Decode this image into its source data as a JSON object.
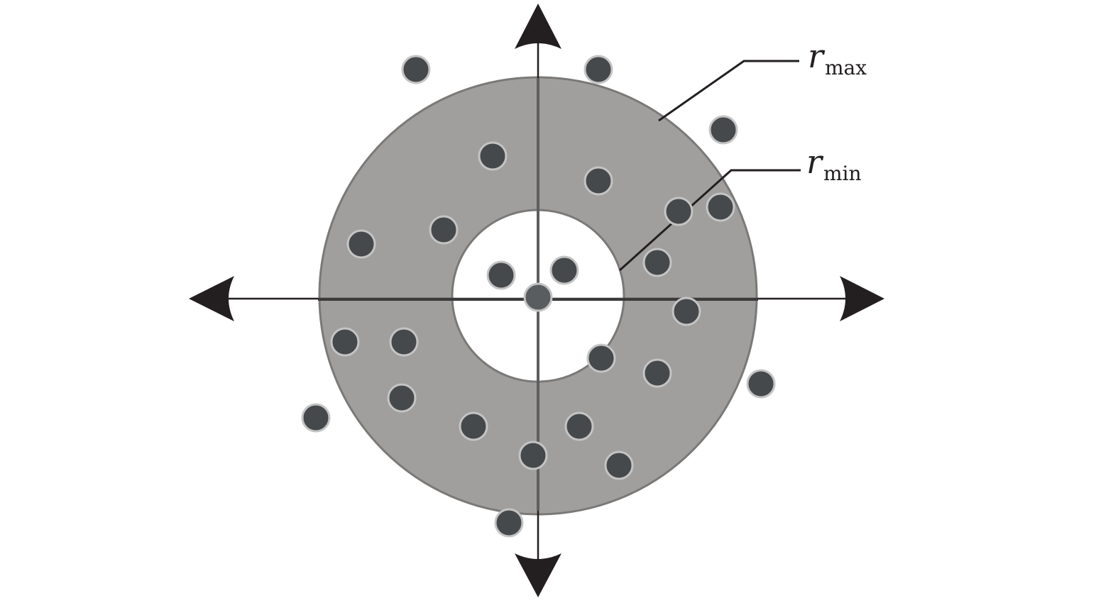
{
  "labels": {
    "outer_radius": {
      "variable": "r",
      "subscript": "max"
    },
    "inner_radius": {
      "variable": "r",
      "subscript": "min"
    }
  },
  "colors": {
    "annulus_fill": "#a09f9e",
    "annulus_stroke": "#7a7978",
    "inner_fill": "#ffffff",
    "axis": "#231f20",
    "dot_fill": "#46494b",
    "dot_stroke": "#c4c4c4",
    "center_dot_fill": "#5a5d5f"
  },
  "arrowheads": [
    "up",
    "down",
    "left",
    "right"
  ]
}
